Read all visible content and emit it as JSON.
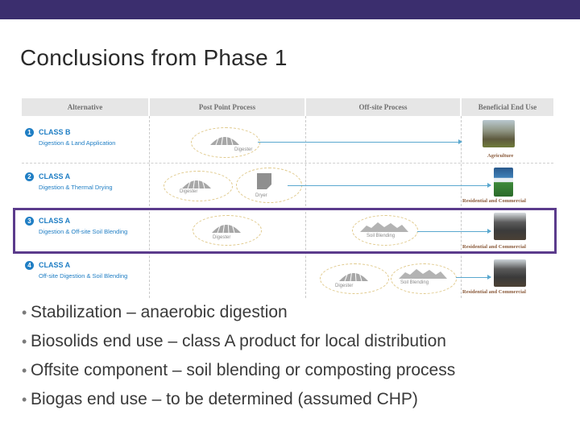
{
  "slide_title": "Conclusions from Phase 1",
  "diagram": {
    "headers": [
      "Alternative",
      "Post Point Process",
      "Off-site Process",
      "Beneficial End Use"
    ],
    "rows": [
      {
        "num": "1",
        "class": "CLASS B",
        "desc": "Digestion & Land Application",
        "end_use": "Agriculture"
      },
      {
        "num": "2",
        "class": "CLASS A",
        "desc": "Digestion & Thermal Drying",
        "end_use": "Residential and Commercial"
      },
      {
        "num": "3",
        "class": "CLASS A",
        "desc": "Digestion & Off-site Soil Blending",
        "end_use": "Residential and Commercial"
      },
      {
        "num": "4",
        "class": "CLASS A",
        "desc": "Off-site Digestion & Soil Blending",
        "end_use": "Residential and Commercial"
      }
    ],
    "process_labels": {
      "digester": "Digester",
      "dryer": "Dryer",
      "soil_blending": "Soil Blending"
    },
    "colors": {
      "accent": "#1f7ec4",
      "highlight": "#5b3b8c",
      "topbar": "#3b2e6e"
    }
  },
  "bullets": [
    "Stabilization – anaerobic digestion",
    "Biosolids end use – class A product for local distribution",
    "Offsite component – soil blending or composting process",
    "Biogas end use – to be determined (assumed CHP)"
  ]
}
